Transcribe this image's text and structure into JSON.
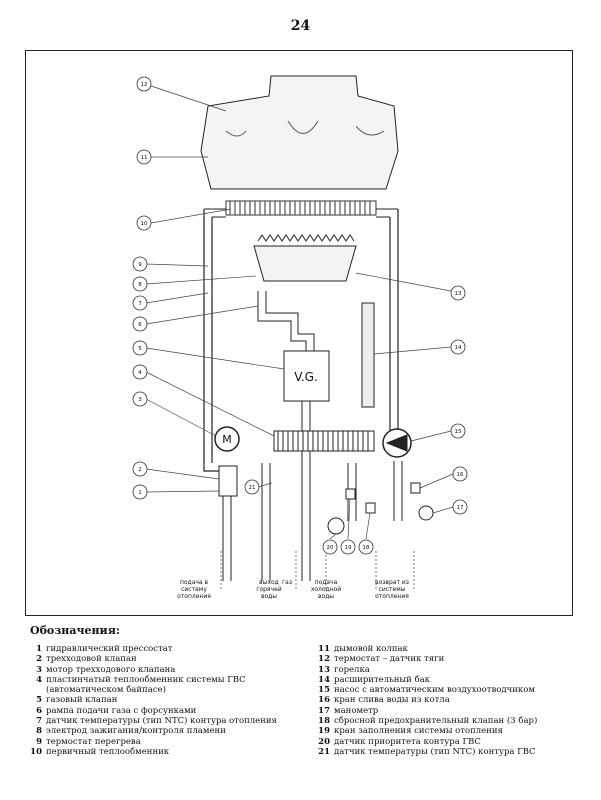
{
  "page_number": "24",
  "diagram": {
    "valve_label": "V.G.",
    "motor_label": "M",
    "callouts": [
      "12",
      "11",
      "10",
      "9",
      "8",
      "7",
      "6",
      "5",
      "4",
      "3",
      "2",
      "1",
      "13",
      "14",
      "15",
      "16",
      "17",
      "18",
      "19",
      "20",
      "21"
    ],
    "bottom_labels": [
      {
        "lines": [
          "подача в",
          "систему",
          "отопления"
        ]
      },
      {
        "lines": [
          "выход",
          "горячей",
          "воды"
        ]
      },
      {
        "lines": [
          "газ"
        ]
      },
      {
        "lines": [
          "подача",
          "холодной",
          "воды"
        ]
      },
      {
        "lines": [
          "возврат из",
          "системы",
          "отопления"
        ]
      }
    ]
  },
  "legend": {
    "title": "Обозначения:",
    "left": [
      {
        "num": "1",
        "text": "гидравлический прессостат"
      },
      {
        "num": "2",
        "text": "трехходовой клапан"
      },
      {
        "num": "3",
        "text": "мотор трехходового клапана"
      },
      {
        "num": "4",
        "text": "пластинчатый теплообменник системы ГВС",
        "sub": "(автоматическом байпасе)"
      },
      {
        "num": "5",
        "text": "газовый клапан"
      },
      {
        "num": "6",
        "text": "рампа подачи газа с форсунками"
      },
      {
        "num": "7",
        "text": "датчик температуры (тип NTC) контура отопления"
      },
      {
        "num": "8",
        "text": "электрод зажигания/контроля пламени"
      },
      {
        "num": "9",
        "text": "термостат перегрева"
      },
      {
        "num": "10",
        "text": "первичный теплообменник"
      }
    ],
    "right": [
      {
        "num": "11",
        "text": "дымовой колпак"
      },
      {
        "num": "12",
        "text": "термостат – датчик тяги"
      },
      {
        "num": "13",
        "text": "горелка"
      },
      {
        "num": "14",
        "text": "расширительный бак"
      },
      {
        "num": "15",
        "text": "насос с автоматическим воздухоотводчиком"
      },
      {
        "num": "16",
        "text": "кран слива воды из котла"
      },
      {
        "num": "17",
        "text": "манометр"
      },
      {
        "num": "18",
        "text": "сбросной предохранительный клапан (3 бар)"
      },
      {
        "num": "19",
        "text": "кран заполнения системы отопления"
      },
      {
        "num": "20",
        "text": "датчик приоритета контура ГВС"
      },
      {
        "num": "21",
        "text": "датчик температуры (тип NTC) контура ГВС"
      }
    ]
  }
}
